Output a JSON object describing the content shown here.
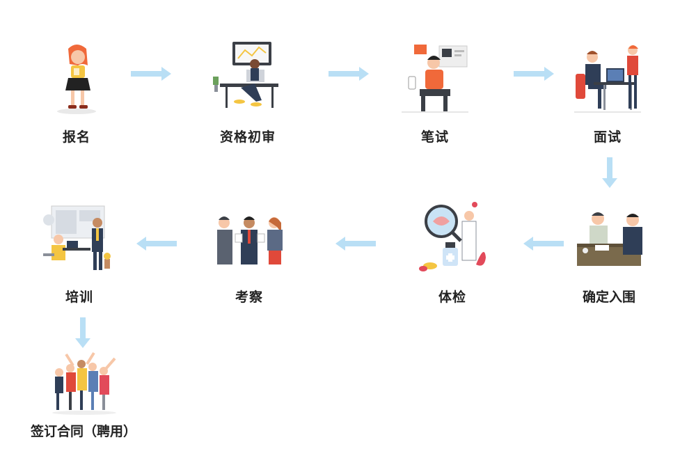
{
  "steps": [
    {
      "label": "报名"
    },
    {
      "label": "资格初审"
    },
    {
      "label": "笔试"
    },
    {
      "label": "面试"
    },
    {
      "label": "确定入围"
    },
    {
      "label": "体检"
    },
    {
      "label": "考察"
    },
    {
      "label": "培训"
    },
    {
      "label": "签订合同（聘用）"
    }
  ],
  "colors": {
    "arrow": "#b9dff5",
    "text": "#222222",
    "accent_orange": "#f0693a",
    "accent_yellow": "#f4c542",
    "navy": "#2f3e57",
    "gray": "#8a8f99"
  }
}
